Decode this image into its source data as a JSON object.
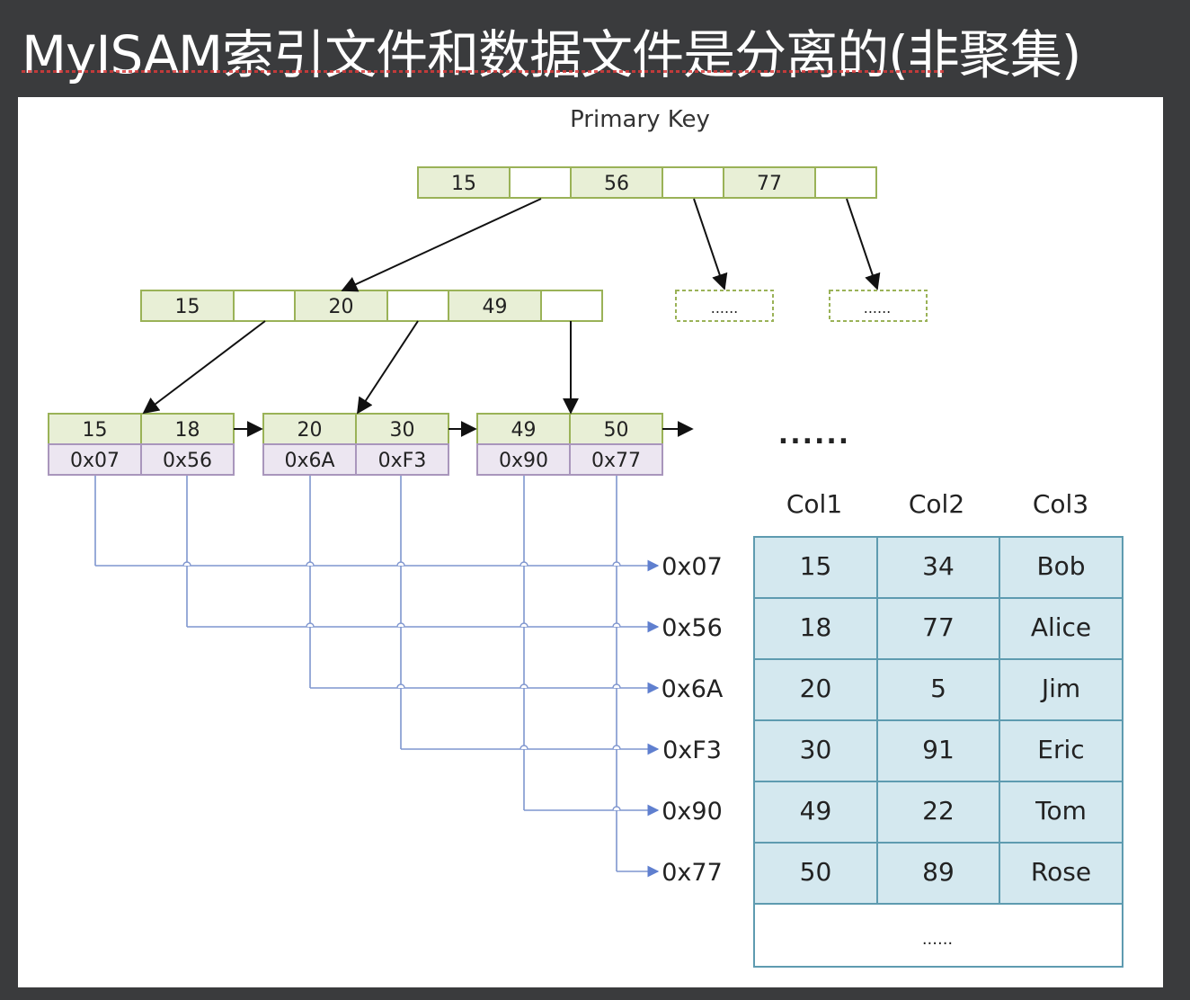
{
  "title": "MyISAM索引文件和数据文件是分离的(非聚集)",
  "diagram": {
    "label": "Primary Key",
    "root_node": [
      "15",
      "56",
      "77"
    ],
    "placeholder_nodes": [
      "......",
      "......"
    ],
    "inner_node": [
      "15",
      "20",
      "49"
    ],
    "leaf_nodes": [
      {
        "keys": [
          "15",
          "18"
        ],
        "addrs": [
          "0x07",
          "0x56"
        ]
      },
      {
        "keys": [
          "20",
          "30"
        ],
        "addrs": [
          "0x6A",
          "0xF3"
        ]
      },
      {
        "keys": [
          "49",
          "50"
        ],
        "addrs": [
          "0x90",
          "0x77"
        ]
      }
    ],
    "more_ellipsis": "......",
    "pointer_labels": [
      "0x07",
      "0x56",
      "0x6A",
      "0xF3",
      "0x90",
      "0x77"
    ]
  },
  "table": {
    "headers": [
      "Col1",
      "Col2",
      "Col3"
    ],
    "rows": [
      [
        "15",
        "34",
        "Bob"
      ],
      [
        "18",
        "77",
        "Alice"
      ],
      [
        "20",
        "5",
        "Jim"
      ],
      [
        "30",
        "91",
        "Eric"
      ],
      [
        "49",
        "22",
        "Tom"
      ],
      [
        "50",
        "89",
        "Rose"
      ]
    ],
    "footer": "......"
  },
  "colors": {
    "key_fill": "#e8efd6",
    "key_border": "#9ab257",
    "addr_fill": "#ece6f1",
    "addr_border": "#a996bc",
    "table_fill": "#d4e8ef",
    "table_border": "#5e9bb0",
    "link_line": "#7f96cf",
    "arrow": "#111111"
  }
}
